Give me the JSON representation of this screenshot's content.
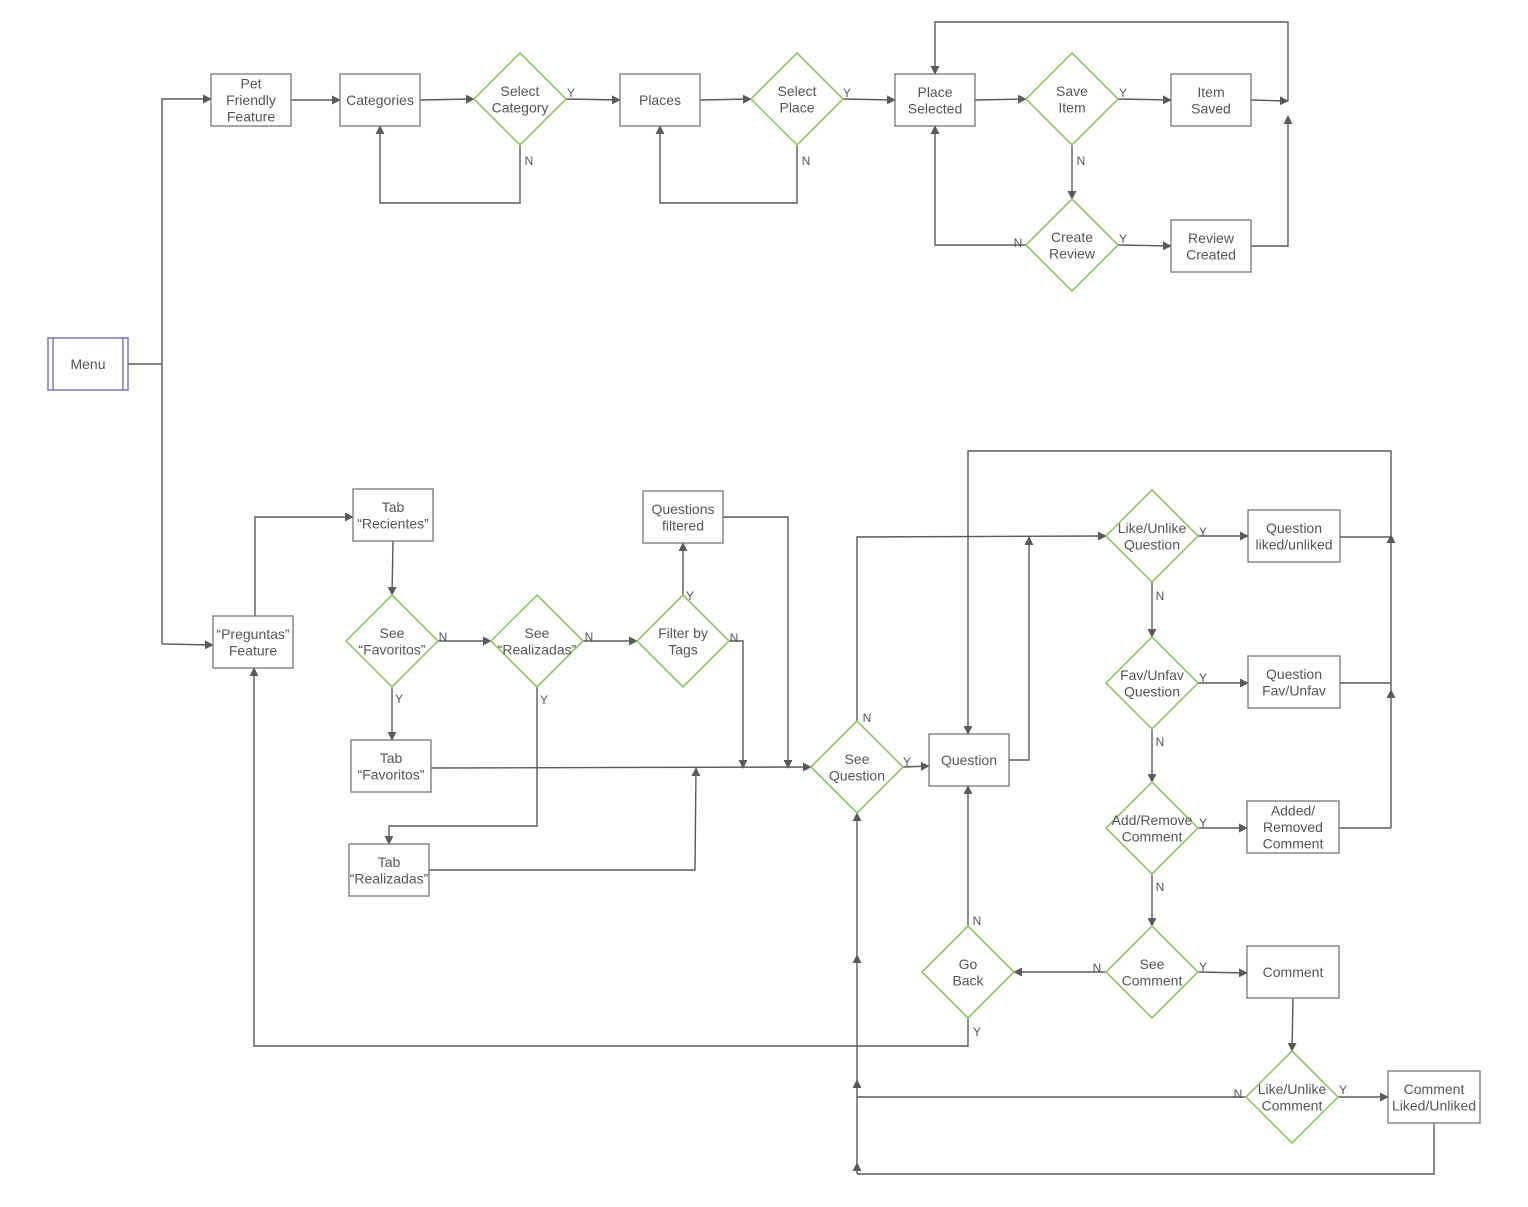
{
  "colors": {
    "process_stroke": "#777777",
    "decision_stroke": "#8cc866",
    "menu_stroke": "#6a5fb8",
    "line": "#5a5a5a",
    "text": "#555555"
  },
  "nodes": [
    {
      "id": "menu",
      "type": "menu",
      "lines": [
        "Menu"
      ]
    },
    {
      "id": "pet",
      "type": "process",
      "lines": [
        "Pet",
        "Friendly",
        "Feature"
      ]
    },
    {
      "id": "cat",
      "type": "process",
      "lines": [
        "Categories"
      ]
    },
    {
      "id": "selcat",
      "type": "decision",
      "lines": [
        "Select",
        "Category"
      ]
    },
    {
      "id": "places",
      "type": "process",
      "lines": [
        "Places"
      ]
    },
    {
      "id": "selplace",
      "type": "decision",
      "lines": [
        "Select",
        "Place"
      ]
    },
    {
      "id": "placesel",
      "type": "process",
      "lines": [
        "Place",
        "Selected"
      ]
    },
    {
      "id": "saveitem",
      "type": "decision",
      "lines": [
        "Save",
        "Item"
      ]
    },
    {
      "id": "itemsaved",
      "type": "process",
      "lines": [
        "Item",
        "Saved"
      ]
    },
    {
      "id": "createrev",
      "type": "decision",
      "lines": [
        "Create",
        "Review"
      ]
    },
    {
      "id": "revcreated",
      "type": "process",
      "lines": [
        "Review",
        "Created"
      ]
    },
    {
      "id": "preg",
      "type": "process",
      "lines": [
        "“Preguntas”",
        "Feature"
      ]
    },
    {
      "id": "tabrec",
      "type": "process",
      "lines": [
        "Tab",
        "“Recientes”"
      ]
    },
    {
      "id": "seefav",
      "type": "decision",
      "lines": [
        "See",
        "“Favoritos”"
      ]
    },
    {
      "id": "seereal",
      "type": "decision",
      "lines": [
        "See",
        "“Realizadas”"
      ]
    },
    {
      "id": "filter",
      "type": "decision",
      "lines": [
        "Filter by",
        "Tags"
      ]
    },
    {
      "id": "qfilt",
      "type": "process",
      "lines": [
        "Questions",
        "filtered"
      ]
    },
    {
      "id": "tabfav",
      "type": "process",
      "lines": [
        "Tab",
        "“Favoritos”"
      ]
    },
    {
      "id": "tabreal",
      "type": "process",
      "lines": [
        "Tab",
        "“Realizadas”"
      ]
    },
    {
      "id": "seeq",
      "type": "decision",
      "lines": [
        "See",
        "Question"
      ]
    },
    {
      "id": "question",
      "type": "process",
      "lines": [
        "Question"
      ]
    },
    {
      "id": "likeq",
      "type": "decision",
      "lines": [
        "Like/Unlike",
        "Question"
      ]
    },
    {
      "id": "qliked",
      "type": "process",
      "lines": [
        "Question",
        "liked/unliked"
      ]
    },
    {
      "id": "favq",
      "type": "decision",
      "lines": [
        "Fav/Unfav",
        "Question"
      ]
    },
    {
      "id": "qfav",
      "type": "process",
      "lines": [
        "Question",
        "Fav/Unfav"
      ]
    },
    {
      "id": "addcom",
      "type": "decision",
      "lines": [
        "Add/Remove",
        "Comment"
      ]
    },
    {
      "id": "comadded",
      "type": "process",
      "lines": [
        "Added/",
        "Removed",
        "Comment"
      ]
    },
    {
      "id": "seecom",
      "type": "decision",
      "lines": [
        "See",
        "Comment"
      ]
    },
    {
      "id": "comment",
      "type": "process",
      "lines": [
        "Comment"
      ]
    },
    {
      "id": "goback",
      "type": "decision",
      "lines": [
        "Go",
        "Back"
      ]
    },
    {
      "id": "likecom",
      "type": "decision",
      "lines": [
        "Like/Unlike",
        "Comment"
      ]
    },
    {
      "id": "comliked",
      "type": "process",
      "lines": [
        "Comment",
        "Liked/Unliked"
      ]
    }
  ],
  "edge_labels": [
    {
      "id": "selcat-y",
      "text": "Y"
    },
    {
      "id": "selcat-n",
      "text": "N"
    },
    {
      "id": "selplace-y",
      "text": "Y"
    },
    {
      "id": "selplace-n",
      "text": "N"
    },
    {
      "id": "saveitem-y",
      "text": "Y"
    },
    {
      "id": "saveitem-n",
      "text": "N"
    },
    {
      "id": "createrev-y",
      "text": "Y"
    },
    {
      "id": "createrev-n",
      "text": "N"
    },
    {
      "id": "seefav-n",
      "text": "N"
    },
    {
      "id": "seefav-y",
      "text": "Y"
    },
    {
      "id": "seereal-n",
      "text": "N"
    },
    {
      "id": "seereal-y",
      "text": "Y"
    },
    {
      "id": "filter-y",
      "text": "Y"
    },
    {
      "id": "filter-n",
      "text": "N"
    },
    {
      "id": "seeq-n",
      "text": "N"
    },
    {
      "id": "seeq-y",
      "text": "Y"
    },
    {
      "id": "likeq-y",
      "text": "Y"
    },
    {
      "id": "likeq-n",
      "text": "N"
    },
    {
      "id": "favq-y",
      "text": "Y"
    },
    {
      "id": "favq-n",
      "text": "N"
    },
    {
      "id": "addcom-y",
      "text": "Y"
    },
    {
      "id": "addcom-n",
      "text": "N"
    },
    {
      "id": "seecom-n",
      "text": "N"
    },
    {
      "id": "seecom-y",
      "text": "Y"
    },
    {
      "id": "goback-n",
      "text": "N"
    },
    {
      "id": "goback-y",
      "text": "Y"
    },
    {
      "id": "likecom-n",
      "text": "N"
    },
    {
      "id": "likecom-y",
      "text": "Y"
    }
  ]
}
